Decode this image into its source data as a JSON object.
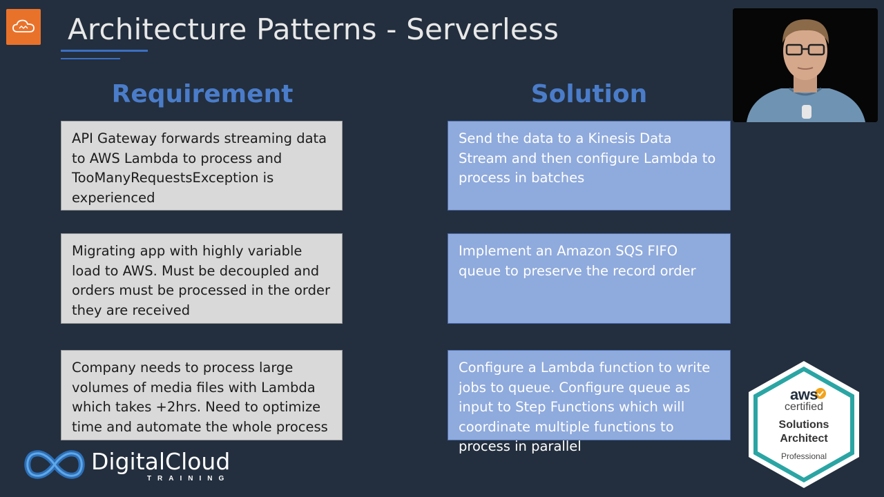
{
  "slide": {
    "title": "Architecture Patterns - Serverless",
    "requirement_heading": "Requirement",
    "solution_heading": "Solution",
    "rows": [
      {
        "requirement": "API Gateway forwards streaming data to AWS Lambda to process and TooManyRequestsException is experienced",
        "solution": "Send the data to a Kinesis Data Stream and then configure Lambda to process in batches"
      },
      {
        "requirement": "Migrating app with highly variable load to AWS. Must be decoupled and orders must be processed in the order they are received",
        "solution": "Implement an Amazon SQS FIFO queue to preserve the record order"
      },
      {
        "requirement": "Company needs to process large volumes of media files with Lambda which takes +2hrs. Need to optimize time and automate the whole process",
        "solution": "Configure a Lambda function to write jobs to queue. Configure queue as input to Step Functions which will coordinate multiple functions to process in parallel"
      }
    ]
  },
  "brand": {
    "name": "DigitalCloud",
    "sub": "TRAINING"
  },
  "badge": {
    "aws": "aws",
    "certified": "certified",
    "line1": "Solutions",
    "line2": "Architect",
    "line3": "Professional"
  },
  "icons": {
    "corner_logo": "cloud-icon",
    "brand_logo": "infinity-icon",
    "presenter": "presenter-video"
  },
  "colors": {
    "background": "#232f3e",
    "accent_orange": "#e9722b",
    "heading_blue": "#4a7cc9",
    "requirement_card": "#d9d9d9",
    "solution_card": "#8faadc",
    "badge_teal": "#2aa5a4"
  }
}
